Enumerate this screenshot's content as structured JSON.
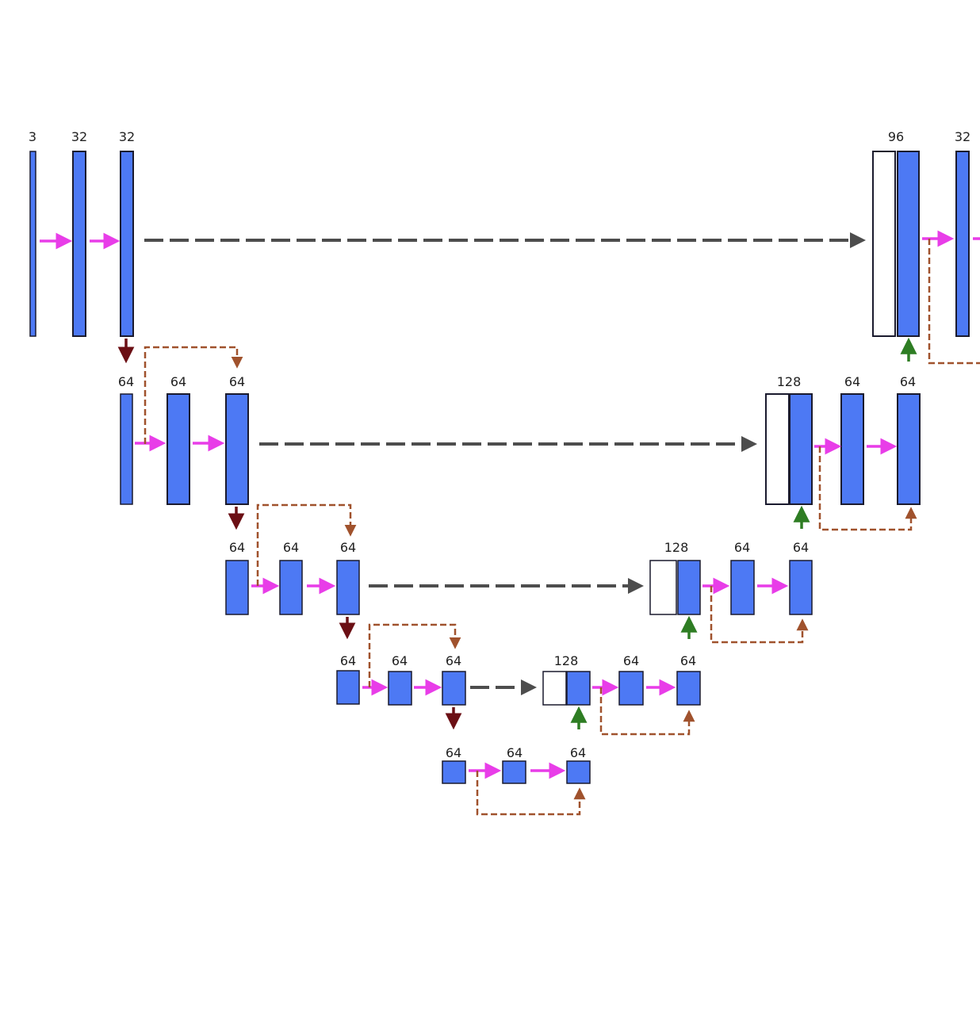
{
  "colors": {
    "block_fill": "#4d79f4",
    "block_stroke": "#1a1a2e",
    "concat_fill": "#ffffff",
    "conv_arrow": "#e83de8",
    "skip_arrow": "#4d4d4d",
    "down_arrow": "#6b0f14",
    "up_arrow": "#2e7d23",
    "residual_arrow": "#a0522d"
  },
  "labels": {
    "e0a": "3",
    "e0b": "32",
    "e0c": "32",
    "d0a": "96",
    "d0b": "32",
    "e1a": "64",
    "e1b": "64",
    "e1c": "64",
    "d1a": "128",
    "d1b": "64",
    "d1c": "64",
    "e2a": "64",
    "e2b": "64",
    "e2c": "64",
    "d2a": "128",
    "d2b": "64",
    "d2c": "64",
    "e3a": "64",
    "e3b": "64",
    "e3c": "64",
    "d3a": "128",
    "d3b": "64",
    "d3c": "64",
    "bna": "64",
    "bnb": "64",
    "bnc": "64"
  }
}
